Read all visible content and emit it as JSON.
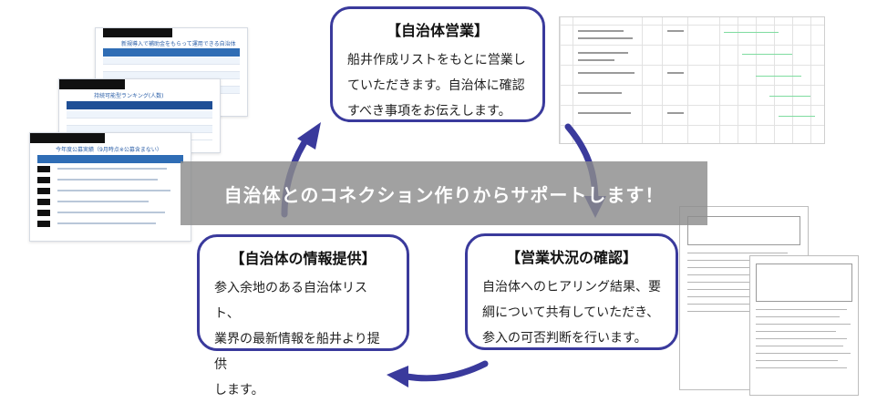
{
  "colors": {
    "card_border": "#3a3a9c",
    "arrow": "#3a3a9c",
    "banner_bg": "#8c8c8c",
    "doc_header": "#2f6db5"
  },
  "docs": {
    "doc1_title": "新規導入で補助金をもらって運用できる自治体",
    "doc2_title": "持続可能型ランキング(人数)",
    "doc3_title": "今年度公募実績（9月時点※公募含まない）"
  },
  "cards": {
    "top": {
      "title": "【自治体営業】",
      "body": "船井作成リストをもとに営業し\nていただきます。自治体に確認\nすべき事項をお伝えします。"
    },
    "right": {
      "title": "【営業状況の確認】",
      "body": "自治体へのヒアリング結果、要\n綱について共有していただき、\n参入の可否判断を行います。"
    },
    "left": {
      "title": "【自治体の情報提供】",
      "body": "参入余地のある自治体リスト、\n業界の最新情報を船井より提供\nします。"
    }
  },
  "banner": {
    "text": "自治体とのコネクション作りからサポートします！"
  }
}
